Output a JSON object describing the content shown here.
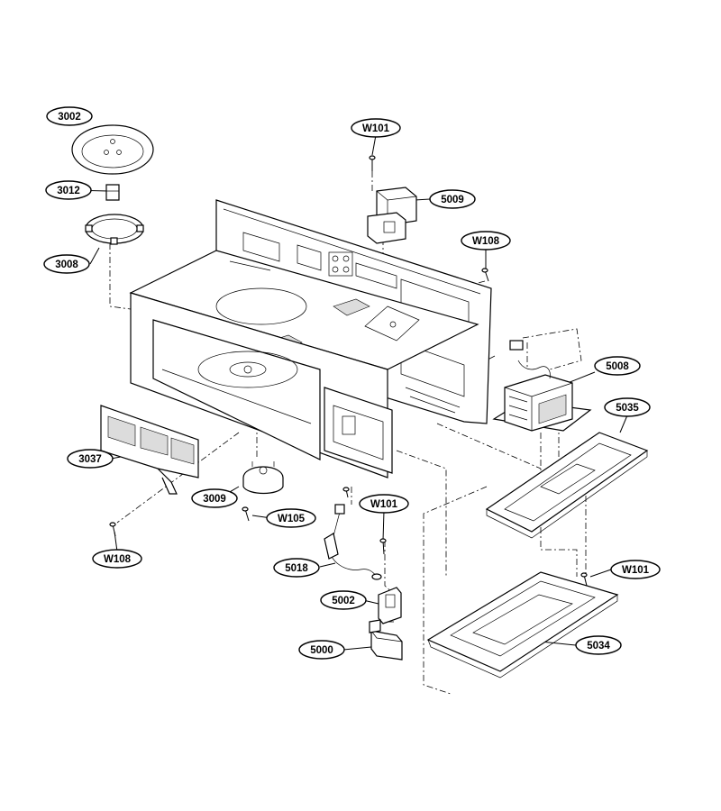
{
  "labels": {
    "l3002": "3002",
    "l3012": "3012",
    "l3008": "3008",
    "lW101a": "W101",
    "l5009": "5009",
    "lW108a": "W108",
    "l5008": "5008",
    "l5035": "5035",
    "l3037": "3037",
    "l3009": "3009",
    "lW105": "W105",
    "lW101b": "W101",
    "lW108b": "W108",
    "l5018": "5018",
    "lW101c": "W101",
    "l5002": "5002",
    "l5000": "5000",
    "l5034": "5034"
  }
}
